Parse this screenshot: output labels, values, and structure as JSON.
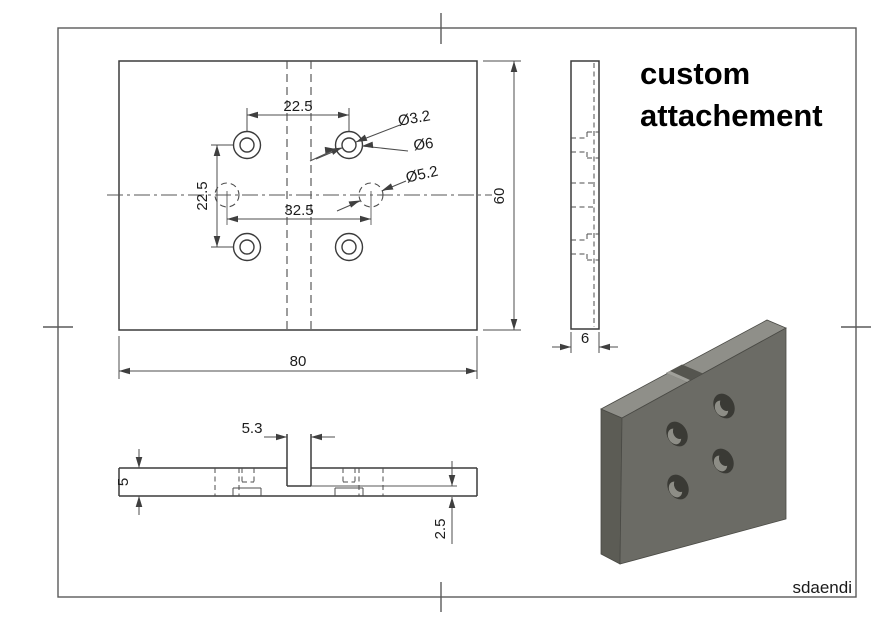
{
  "title": {
    "line1": "custom",
    "line2": "attachement"
  },
  "watermark": "sdaendi",
  "views": {
    "front": {
      "dims": {
        "hole_pitch_x": "22.5",
        "hole_pitch_y": "22.5",
        "slot_hole_pitch": "32.5",
        "dia_drill": "Ø3.2",
        "dia_counterbore": "Ø6",
        "dia_mid_hole": "Ø5.2",
        "plate_height": "60"
      }
    },
    "side": {
      "dims": {
        "plate_thickness": "6"
      }
    },
    "bottom": {
      "dims": {
        "plate_width": "80",
        "slot_width": "5.3",
        "section_thickness": "5",
        "slot_floor": "2.5"
      }
    }
  },
  "colors": {
    "background": "#ffffff",
    "line": "#3b3b3b",
    "iso_front": "#6b6b65",
    "iso_top": "#8f8f89",
    "iso_side": "#5c5c55",
    "iso_notch": "#55554f",
    "iso_notch_wall": "#a0a09a",
    "hole_dark": "#3a3a35",
    "hole_wall": "#8d8d86"
  }
}
